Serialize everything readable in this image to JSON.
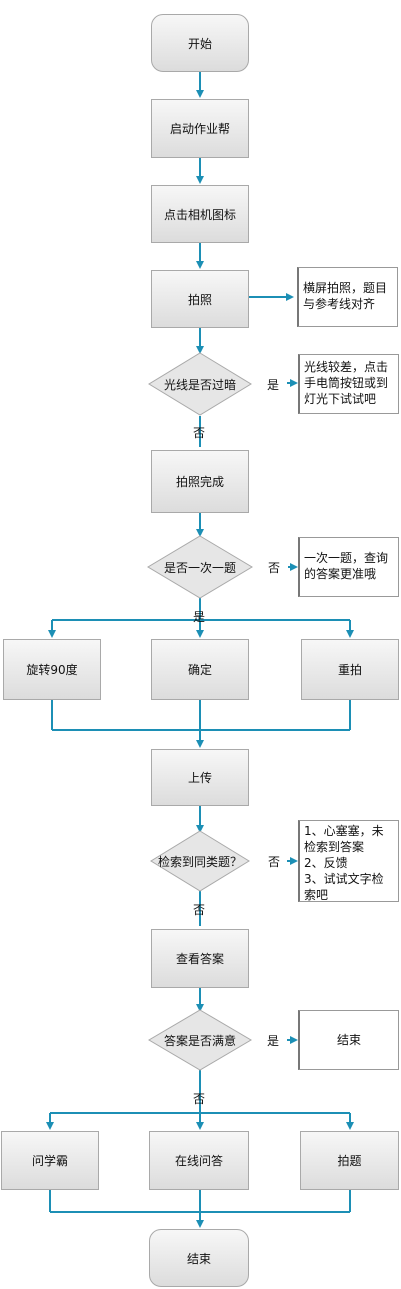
{
  "colors": {
    "arrow": "#1c8fb5",
    "node_fill": "#e6e6e6",
    "node_border": "#a9a9a9"
  },
  "nodes": {
    "start": "开始",
    "launch": "启动作业帮",
    "camera_icon": "点击相机图标",
    "shoot": "拍照",
    "light_check": "光线是否过暗",
    "shoot_done": "拍照完成",
    "one_question": "是否一次一题",
    "rotate": "旋转90度",
    "confirm": "确定",
    "reshoot": "重拍",
    "upload": "上传",
    "found_similar": "检索到同类题？",
    "view_answer": "查看答案",
    "satisfied": "答案是否满意",
    "end_right": "结束",
    "ask_expert": "问学霸",
    "online_qa": "在线问答",
    "shoot_question": "拍题",
    "end": "结束"
  },
  "notes": {
    "landscape": [
      "横屏拍照，题目",
      "与参考线对齐"
    ],
    "light": [
      "光线较差，点击",
      "手电筒按钮或到",
      "灯光下试试吧"
    ],
    "one_by_one": [
      "一次一题，查询",
      "的答案更准哦"
    ],
    "not_found": [
      "1、心塞塞，未",
      "检索到答案",
      "2、反馈",
      "3、试试文字检",
      "索吧"
    ]
  },
  "edge_labels": {
    "light_yes": "是",
    "light_no": "否",
    "one_no": "否",
    "one_yes": "是",
    "found_no_right": "否",
    "found_no_down": "否",
    "satisfied_yes": "是",
    "satisfied_no": "否"
  }
}
